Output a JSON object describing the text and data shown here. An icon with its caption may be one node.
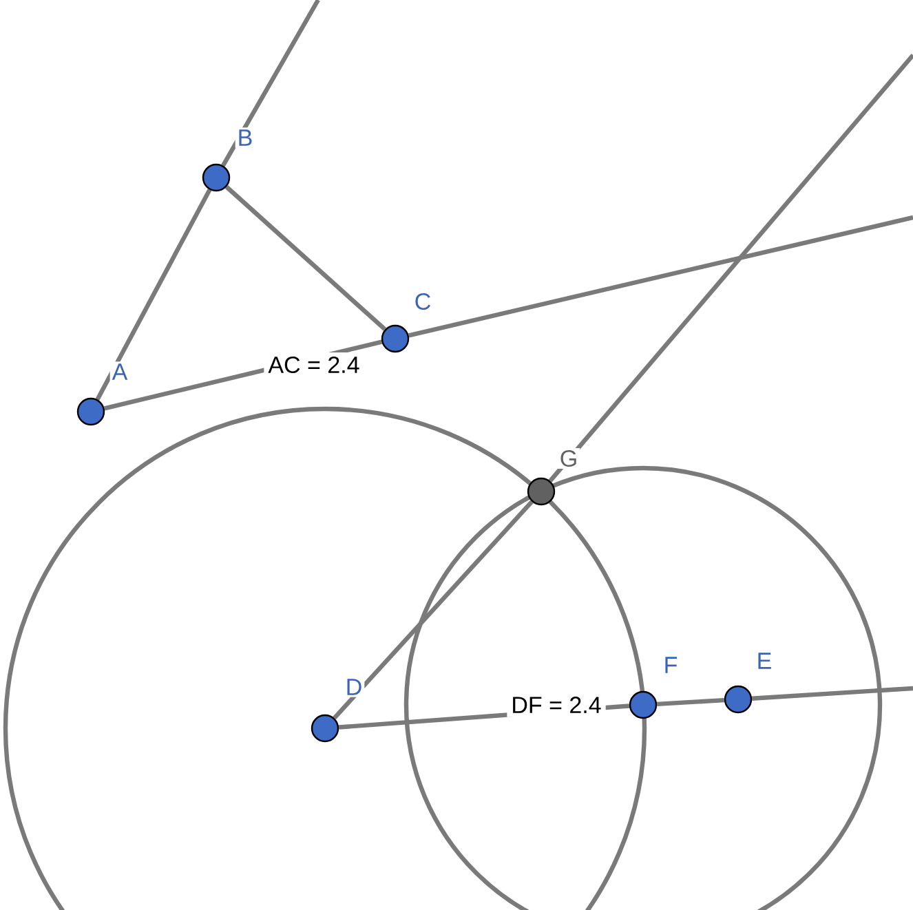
{
  "diagram": {
    "nodes": [
      {
        "text": [],
        "shape": "circle",
        "beside": [
          "A"
        ]
      },
      {
        "text": [],
        "shape": "circle",
        "beside": [
          "B"
        ]
      },
      {
        "text": [],
        "shape": "circle",
        "beside": [
          "C"
        ]
      },
      {
        "text": [],
        "shape": "circle",
        "beside": [
          "D"
        ]
      },
      {
        "text": [],
        "shape": "circle",
        "beside": [
          "E"
        ]
      },
      {
        "text": [],
        "shape": "circle",
        "beside": [
          "F"
        ]
      },
      {
        "text": [],
        "shape": "circle",
        "beside": [
          "G"
        ]
      }
    ],
    "edges": [
      {
        "from": 0,
        "to": 1,
        "arrow": "none"
      },
      {
        "from": 1,
        "to": null,
        "arrow": "none"
      },
      {
        "from": 1,
        "to": 2,
        "arrow": "none"
      },
      {
        "from": 0,
        "to": 2,
        "arrow": "none",
        "label": "AC = 2.4"
      },
      {
        "from": 2,
        "to": null,
        "arrow": "none"
      },
      {
        "from": 3,
        "to": 6,
        "arrow": "none"
      },
      {
        "from": 6,
        "to": null,
        "arrow": "none"
      },
      {
        "from": 3,
        "to": 5,
        "arrow": "none",
        "label": "DF = 2.4"
      },
      {
        "from": 5,
        "to": 4,
        "arrow": "none"
      },
      {
        "from": 4,
        "to": null,
        "arrow": "none"
      }
    ]
  }
}
